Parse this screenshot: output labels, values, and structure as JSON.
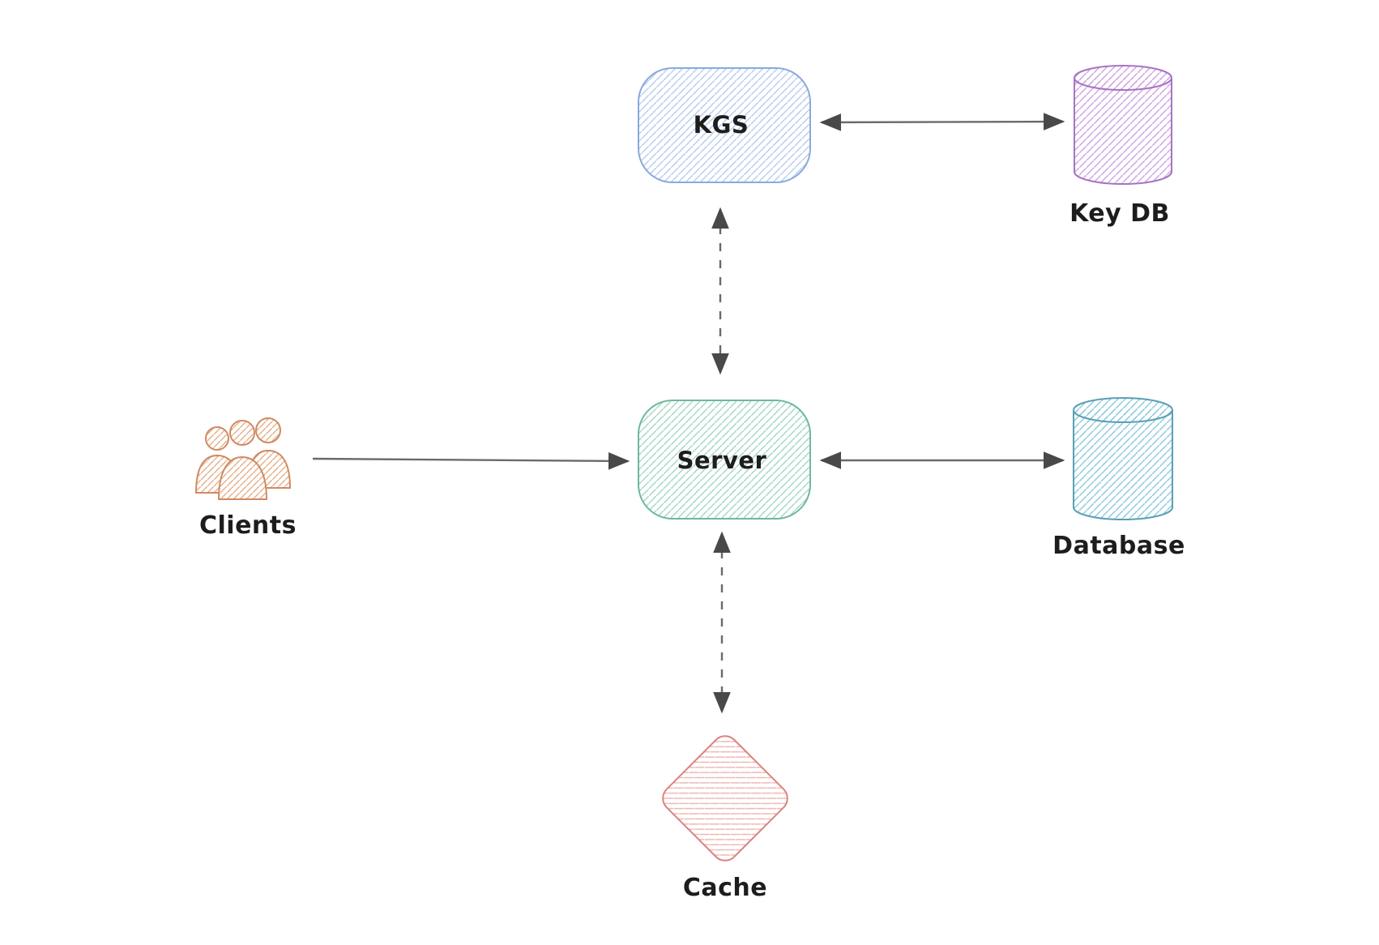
{
  "canvas": {
    "background": "#ffffff"
  },
  "colors": {
    "text": "#1d1d1d",
    "arrow_line": "#6a6a6a",
    "arrow_head": "#494949"
  },
  "nodes": {
    "kgs": {
      "label": "KGS",
      "shape": "rounded-rectangle",
      "fill_style": "hachure",
      "color_stroke": "#8aa9dc",
      "color_hatch": "#b9cdee"
    },
    "key_db": {
      "label": "Key DB",
      "shape": "cylinder",
      "fill_style": "hachure",
      "color_stroke": "#a873c6",
      "color_hatch": "#cfa6e2"
    },
    "server": {
      "label": "Server",
      "shape": "rounded-rectangle",
      "fill_style": "hachure",
      "color_stroke": "#6fb89b",
      "color_hatch": "#a6d8c3"
    },
    "database": {
      "label": "Database",
      "shape": "cylinder",
      "fill_style": "hachure",
      "color_stroke": "#5b9fb5",
      "color_hatch": "#8ecbdd"
    },
    "clients": {
      "label": "Clients",
      "shape": "users-group",
      "fill_style": "hachure",
      "color_stroke": "#d08a62",
      "color_hatch": "#e5b18c"
    },
    "cache": {
      "label": "Cache",
      "shape": "diamond",
      "fill_style": "hachure",
      "color_stroke": "#d98581",
      "color_hatch": "#edb6b2"
    }
  },
  "edges": [
    {
      "id": "kgs-keydb",
      "from": "kgs",
      "to": "key_db",
      "style": "solid",
      "arrows": "both"
    },
    {
      "id": "kgs-server",
      "from": "kgs",
      "to": "server",
      "style": "dashed",
      "arrows": "both"
    },
    {
      "id": "clients-server",
      "from": "clients",
      "to": "server",
      "style": "solid",
      "arrows": "end"
    },
    {
      "id": "server-database",
      "from": "server",
      "to": "database",
      "style": "solid",
      "arrows": "both"
    },
    {
      "id": "server-cache",
      "from": "server",
      "to": "cache",
      "style": "dashed",
      "arrows": "both"
    }
  ]
}
